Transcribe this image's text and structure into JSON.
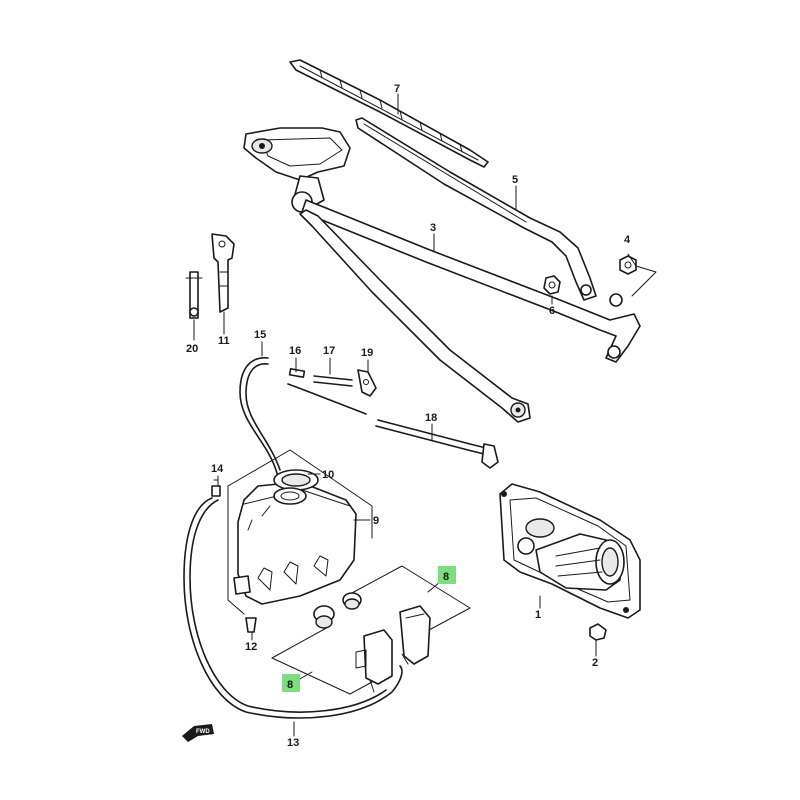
{
  "labels": {
    "l1": "1",
    "l2": "2",
    "l3": "3",
    "l4": "4",
    "l5": "5",
    "l6": "6",
    "l7": "7",
    "l8a": "8",
    "l8b": "8",
    "l9": "9",
    "l10": "10",
    "l11": "11",
    "l12": "12",
    "l13": "13",
    "l14": "14",
    "l15": "15",
    "l16": "16",
    "l17": "17",
    "l18": "18",
    "l19": "19",
    "l20": "20"
  },
  "fwd_badge": "FWD",
  "colors": {
    "highlight": "#7dde7d",
    "ink": "#1a1a1a"
  }
}
